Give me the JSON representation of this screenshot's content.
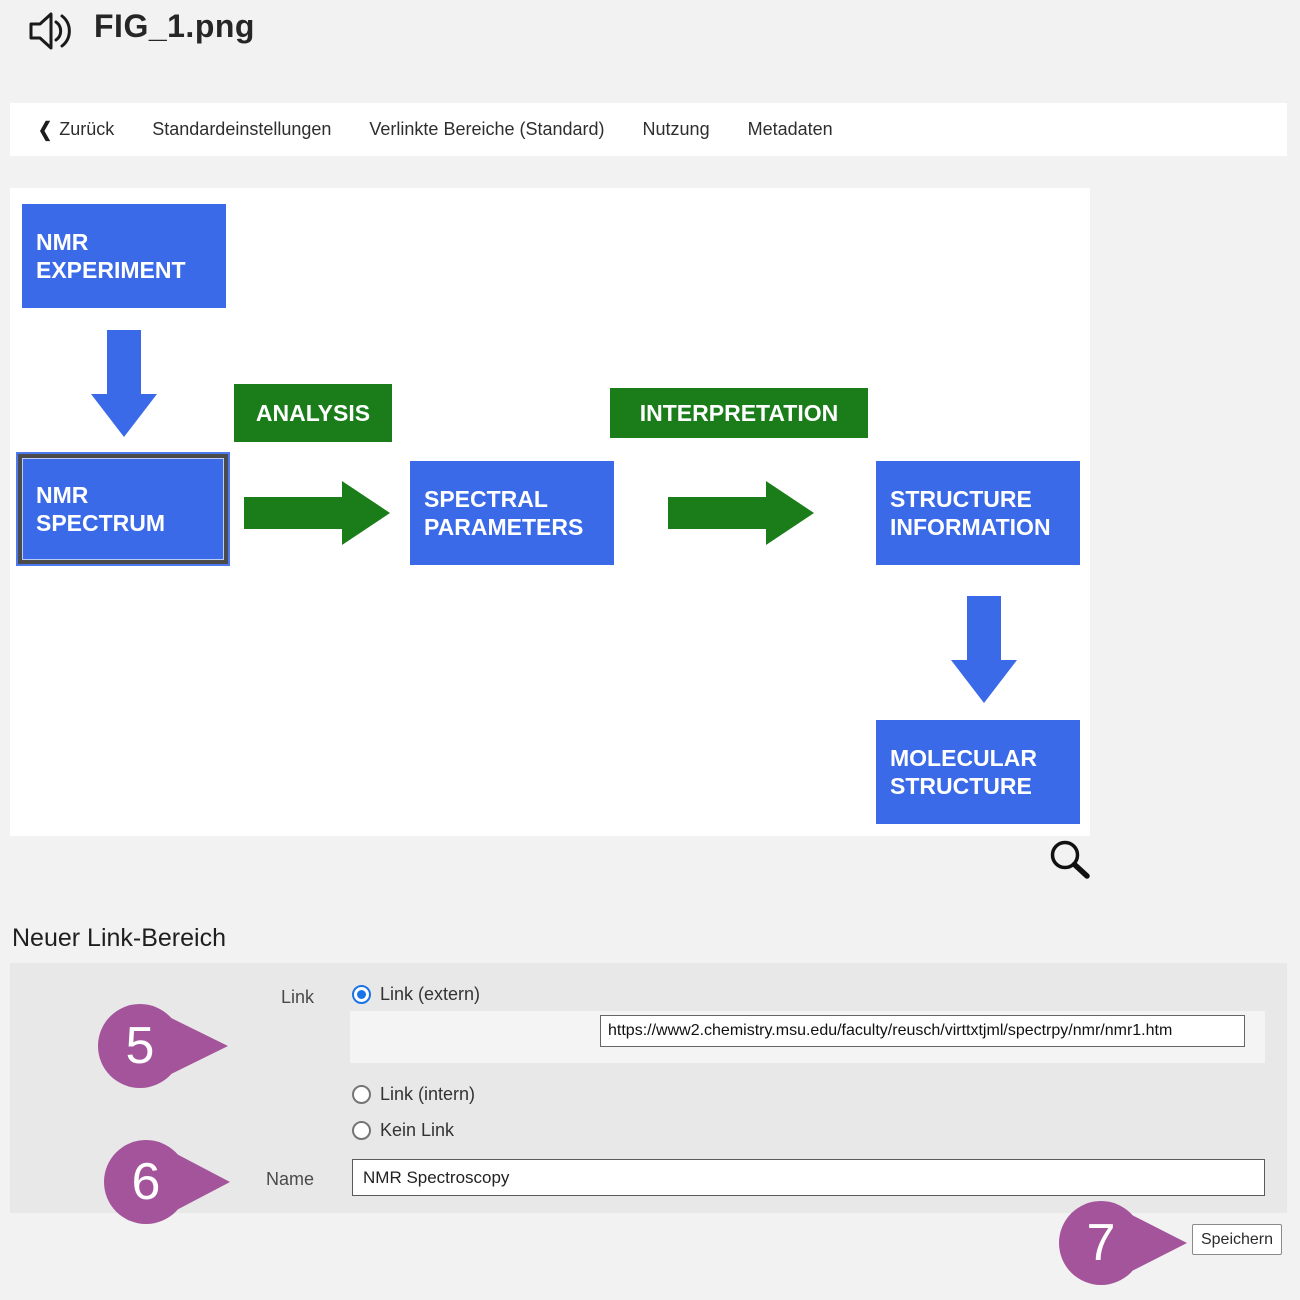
{
  "header": {
    "title": "FIG_1.png"
  },
  "nav": {
    "back_label": "Zurück",
    "items": [
      {
        "label": "Standardeinstellungen"
      },
      {
        "label": "Verlinkte Bereiche (Standard)"
      },
      {
        "label": "Nutzung"
      },
      {
        "label": "Metadaten"
      }
    ]
  },
  "figure": {
    "nodes": {
      "nmr_experiment": {
        "line1": "NMR",
        "line2": "EXPERIMENT"
      },
      "analysis": {
        "label": "ANALYSIS"
      },
      "nmr_spectrum": {
        "line1": "NMR",
        "line2": "SPECTRUM"
      },
      "spectral_parameters": {
        "line1": "SPECTRAL",
        "line2": "PARAMETERS"
      },
      "interpretation": {
        "label": "INTERPRETATION"
      },
      "structure_information": {
        "line1": "STRUCTURE",
        "line2": "INFORMATION"
      },
      "molecular_structure": {
        "line1": "MOLECULAR",
        "line2": "STRUCTURE"
      }
    },
    "colors": {
      "box_blue": "#3a6ae8",
      "box_green": "#1a7d1a"
    }
  },
  "link_form": {
    "heading": "Neuer Link-Bereich",
    "link_label": "Link",
    "option_extern": "Link (extern)",
    "option_intern": "Link (intern)",
    "option_none": "Kein Link",
    "url_value": "https://www2.chemistry.msu.edu/faculty/reusch/virttxtjml/spectrpy/nmr/nmr1.htm",
    "name_label": "Name",
    "name_value": "NMR Spectroscopy",
    "save_label": "Speichern"
  },
  "annotations": {
    "marker5": "5",
    "marker6": "6",
    "marker7": "7",
    "marker_color": "#a4549b",
    "radio_accent": "#1a73e8"
  }
}
